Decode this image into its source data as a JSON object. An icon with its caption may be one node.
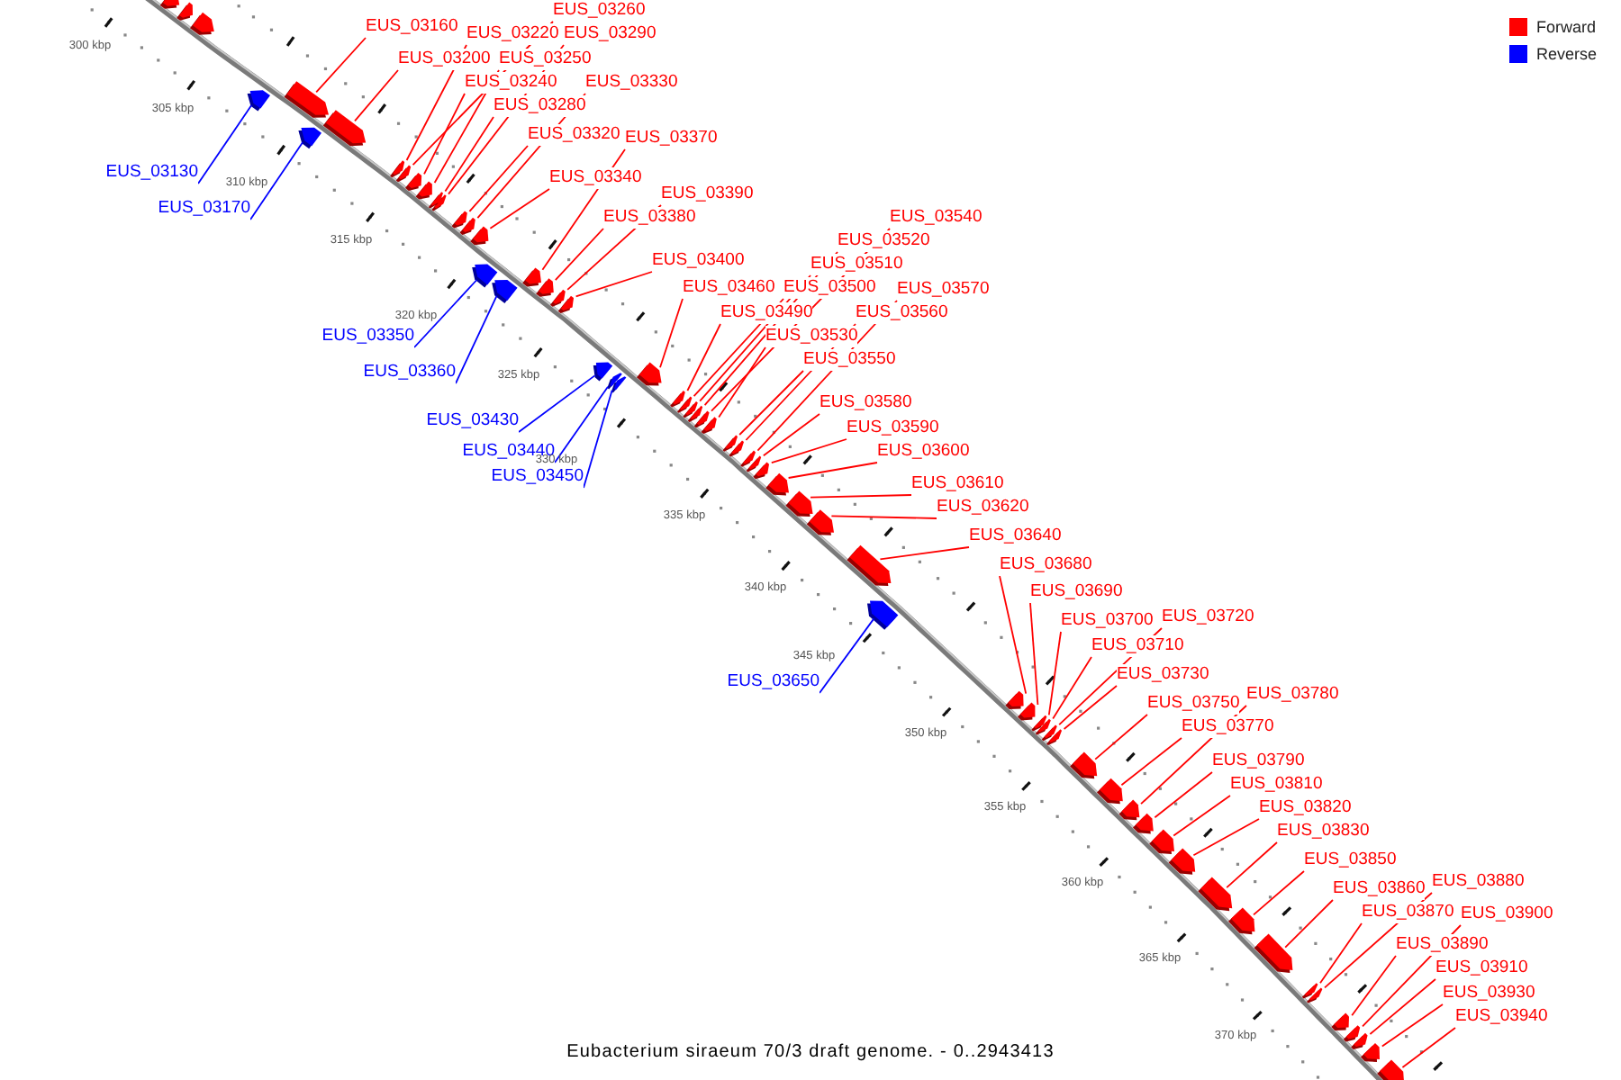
{
  "diagram": {
    "caption": "Eubacterium siraeum 70/3 draft genome. - 0..2943413",
    "nodes": [
      {
        "text": [
          "EUS_03260"
        ]
      },
      {
        "text": [
          "EUS_03160"
        ]
      },
      {
        "text": [
          "EUS_03220"
        ]
      },
      {
        "text": [
          "EUS_03290"
        ]
      },
      {
        "text": [
          "EUS_03200"
        ]
      },
      {
        "text": [
          "EUS_03250"
        ]
      },
      {
        "text": [
          "EUS_03240"
        ]
      },
      {
        "text": [
          "EUS_03330"
        ]
      },
      {
        "text": [
          "EUS_03280"
        ]
      },
      {
        "text": [
          "EUS_03320"
        ]
      },
      {
        "text": [
          "EUS_03370"
        ]
      },
      {
        "text": [
          "EUS_03130"
        ]
      },
      {
        "text": [
          "EUS_03340"
        ]
      },
      {
        "text": [
          "EUS_03390"
        ]
      },
      {
        "text": [
          "EUS_03170"
        ]
      },
      {
        "text": [
          "EUS_03380"
        ]
      },
      {
        "text": [
          "EUS_03540"
        ]
      },
      {
        "text": [
          "EUS_03520"
        ]
      },
      {
        "text": [
          "EUS_03400"
        ]
      },
      {
        "text": [
          "EUS_03510"
        ]
      },
      {
        "text": [
          "EUS_03460"
        ]
      },
      {
        "text": [
          "EUS_03500"
        ]
      },
      {
        "text": [
          "EUS_03570"
        ]
      },
      {
        "text": [
          "EUS_03490"
        ]
      },
      {
        "text": [
          "EUS_03560"
        ]
      },
      {
        "text": [
          "EUS_03350"
        ]
      },
      {
        "text": [
          "EUS_03530"
        ]
      },
      {
        "text": [
          "EUS_03550"
        ]
      },
      {
        "text": [
          "EUS_03360"
        ]
      },
      {
        "text": [
          "EUS_03580"
        ]
      },
      {
        "text": [
          "EUS_03430"
        ]
      },
      {
        "text": [
          "EUS_03590"
        ]
      },
      {
        "text": [
          "EUS_03440"
        ]
      },
      {
        "text": [
          "EUS_03600"
        ]
      },
      {
        "text": [
          "EUS_03450"
        ]
      },
      {
        "text": [
          "EUS_03610"
        ]
      },
      {
        "text": [
          "EUS_03620"
        ]
      },
      {
        "text": [
          "EUS_03640"
        ]
      },
      {
        "text": [
          "EUS_03680"
        ]
      },
      {
        "text": [
          "EUS_03690"
        ]
      },
      {
        "text": [
          "EUS_03700"
        ]
      },
      {
        "text": [
          "EUS_03720"
        ]
      },
      {
        "text": [
          "EUS_03710"
        ]
      },
      {
        "text": [
          "EUS_03730"
        ]
      },
      {
        "text": [
          "EUS_03650"
        ]
      },
      {
        "text": [
          "EUS_03780"
        ]
      },
      {
        "text": [
          "EUS_03750"
        ]
      },
      {
        "text": [
          "EUS_03770"
        ]
      },
      {
        "text": [
          "EUS_03790"
        ]
      },
      {
        "text": [
          "EUS_03810"
        ]
      },
      {
        "text": [
          "EUS_03820"
        ]
      },
      {
        "text": [
          "EUS_03830"
        ]
      },
      {
        "text": [
          "EUS_03850"
        ]
      },
      {
        "text": [
          "EUS_03880"
        ]
      },
      {
        "text": [
          "EUS_03860"
        ]
      },
      {
        "text": [
          "EUS_03870"
        ]
      },
      {
        "text": [
          "EUS_03900"
        ]
      },
      {
        "text": [
          "EUS_03890"
        ]
      },
      {
        "text": [
          "EUS_03910"
        ]
      },
      {
        "text": [
          "EUS_03930"
        ]
      },
      {
        "text": [
          "EUS_03940"
        ]
      },
      {
        "text": [],
        "shape": "arrow"
      },
      {
        "text": [],
        "shape": "arrow"
      },
      {
        "text": [],
        "shape": "arrow"
      },
      {
        "text": [],
        "shape": "arrow"
      },
      {
        "text": [],
        "shape": "arrow"
      },
      {
        "text": [],
        "shape": "arrow"
      },
      {
        "text": [],
        "shape": "arrow"
      },
      {
        "text": [],
        "shape": "arrow"
      },
      {
        "text": [],
        "shape": "arrow"
      },
      {
        "text": [],
        "shape": "arrow"
      },
      {
        "text": [],
        "shape": "arrow"
      },
      {
        "text": [],
        "shape": "arrow"
      },
      {
        "text": [],
        "shape": "arrow"
      },
      {
        "text": [],
        "shape": "arrow"
      },
      {
        "text": [],
        "shape": "arrow"
      },
      {
        "text": [],
        "shape": "arrow"
      },
      {
        "text": [],
        "shape": "arrow"
      },
      {
        "text": [],
        "shape": "arrow"
      },
      {
        "text": [],
        "shape": "arrow"
      },
      {
        "text": [],
        "shape": "arrow"
      },
      {
        "text": [],
        "shape": "arrow"
      },
      {
        "text": [],
        "shape": "arrow"
      },
      {
        "text": [],
        "shape": "arrow"
      },
      {
        "text": [],
        "shape": "arrow"
      },
      {
        "text": [],
        "shape": "arrow"
      },
      {
        "text": [],
        "shape": "arrow"
      },
      {
        "text": [],
        "shape": "arrow"
      },
      {
        "text": [],
        "shape": "arrow"
      },
      {
        "text": [],
        "shape": "arrow"
      },
      {
        "text": [],
        "shape": "arrow"
      },
      {
        "text": [],
        "shape": "arrow"
      },
      {
        "text": [],
        "shape": "arrow"
      },
      {
        "text": [],
        "shape": "arrow"
      },
      {
        "text": [],
        "shape": "arrow"
      },
      {
        "text": [],
        "shape": "arrow"
      },
      {
        "text": [],
        "shape": "arrow"
      },
      {
        "text": [],
        "shape": "arrow"
      },
      {
        "text": [],
        "shape": "arrow"
      },
      {
        "text": [],
        "shape": "arrow"
      },
      {
        "text": [],
        "shape": "arrow"
      },
      {
        "text": [],
        "shape": "arrow"
      },
      {
        "text": [],
        "shape": "arrow"
      },
      {
        "text": [],
        "shape": "arrow"
      },
      {
        "text": [],
        "shape": "arrow"
      },
      {
        "text": [],
        "shape": "arrow"
      },
      {
        "text": [],
        "shape": "arrow"
      },
      {
        "text": [],
        "shape": "arrow"
      },
      {
        "text": [],
        "shape": "arrow"
      },
      {
        "text": [],
        "shape": "arrow"
      },
      {
        "text": [],
        "shape": "arrow"
      },
      {
        "text": [],
        "shape": "arrow"
      },
      {
        "text": [],
        "shape": "arrow"
      },
      {
        "text": [],
        "shape": "arrow"
      },
      {
        "text": [],
        "shape": "arrow"
      },
      {
        "text": [],
        "shape": "arrow"
      },
      {
        "text": [],
        "shape": "arrow"
      },
      {
        "text": [],
        "shape": "arrow"
      },
      {
        "text": [],
        "shape": "arrow"
      },
      {
        "text": [],
        "shape": "arrow"
      },
      {
        "text": [],
        "shape": "arrow"
      },
      {
        "text": [],
        "shape": "arrow"
      },
      {
        "text": [],
        "shape": "arrow"
      },
      {
        "text": [],
        "shape": "arrow"
      },
      {
        "text": [],
        "shape": "arrow"
      }
    ],
    "edges": [
      {
        "from": 0,
        "to": 61,
        "arrow": "none"
      },
      {
        "from": 1,
        "to": 62,
        "arrow": "none"
      },
      {
        "from": 2,
        "to": 63,
        "arrow": "none"
      },
      {
        "from": 3,
        "to": 64,
        "arrow": "none"
      },
      {
        "from": 4,
        "to": 65,
        "arrow": "none"
      },
      {
        "from": 5,
        "to": 66,
        "arrow": "none"
      },
      {
        "from": 6,
        "to": 67,
        "arrow": "none"
      },
      {
        "from": 7,
        "to": 68,
        "arrow": "none"
      },
      {
        "from": 8,
        "to": 69,
        "arrow": "none"
      },
      {
        "from": 9,
        "to": 70,
        "arrow": "none"
      },
      {
        "from": 10,
        "to": 71,
        "arrow": "none"
      },
      {
        "from": 11,
        "to": 72,
        "arrow": "none",
        "color": "#0000ff"
      },
      {
        "from": 12,
        "to": 73,
        "arrow": "none"
      },
      {
        "from": 13,
        "to": 74,
        "arrow": "none"
      },
      {
        "from": 14,
        "to": 75,
        "arrow": "none",
        "color": "#0000ff"
      },
      {
        "from": 15,
        "to": 76,
        "arrow": "none"
      },
      {
        "from": 16,
        "to": 77,
        "arrow": "none"
      },
      {
        "from": 17,
        "to": 78,
        "arrow": "none"
      },
      {
        "from": 18,
        "to": 79,
        "arrow": "none"
      },
      {
        "from": 19,
        "to": 80,
        "arrow": "none"
      },
      {
        "from": 20,
        "to": 81,
        "arrow": "none"
      },
      {
        "from": 21,
        "to": 82,
        "arrow": "none"
      },
      {
        "from": 22,
        "to": 83,
        "arrow": "none"
      },
      {
        "from": 23,
        "to": 84,
        "arrow": "none"
      },
      {
        "from": 24,
        "to": 85,
        "arrow": "none"
      },
      {
        "from": 25,
        "to": 86,
        "arrow": "none",
        "color": "#0000ff"
      },
      {
        "from": 26,
        "to": 87,
        "arrow": "none"
      },
      {
        "from": 27,
        "to": 88,
        "arrow": "none"
      },
      {
        "from": 28,
        "to": 89,
        "arrow": "none",
        "color": "#0000ff"
      },
      {
        "from": 29,
        "to": 90,
        "arrow": "none"
      },
      {
        "from": 30,
        "to": 91,
        "arrow": "none",
        "color": "#0000ff"
      },
      {
        "from": 31,
        "to": 92,
        "arrow": "none"
      },
      {
        "from": 32,
        "to": 93,
        "arrow": "none",
        "color": "#0000ff"
      },
      {
        "from": 33,
        "to": 94,
        "arrow": "none"
      },
      {
        "from": 34,
        "to": 95,
        "arrow": "none",
        "color": "#0000ff"
      },
      {
        "from": 35,
        "to": 96,
        "arrow": "none"
      },
      {
        "from": 36,
        "to": 97,
        "arrow": "none"
      },
      {
        "from": 37,
        "to": 98,
        "arrow": "none"
      },
      {
        "from": 38,
        "to": 99,
        "arrow": "none"
      },
      {
        "from": 39,
        "to": 100,
        "arrow": "none"
      },
      {
        "from": 40,
        "to": 101,
        "arrow": "none"
      },
      {
        "from": 41,
        "to": 102,
        "arrow": "none"
      },
      {
        "from": 42,
        "to": 103,
        "arrow": "none"
      },
      {
        "from": 43,
        "to": 104,
        "arrow": "none"
      },
      {
        "from": 44,
        "to": 105,
        "arrow": "none",
        "color": "#0000ff"
      },
      {
        "from": 45,
        "to": 106,
        "arrow": "none"
      },
      {
        "from": 46,
        "to": 107,
        "arrow": "none"
      },
      {
        "from": 47,
        "to": 108,
        "arrow": "none"
      },
      {
        "from": 48,
        "to": 109,
        "arrow": "none"
      },
      {
        "from": 49,
        "to": 110,
        "arrow": "none"
      },
      {
        "from": 50,
        "to": 111,
        "arrow": "none"
      },
      {
        "from": 51,
        "to": 112,
        "arrow": "none"
      },
      {
        "from": 52,
        "to": 113,
        "arrow": "none"
      },
      {
        "from": 53,
        "to": 114,
        "arrow": "none"
      },
      {
        "from": 54,
        "to": 115,
        "arrow": "none"
      },
      {
        "from": 55,
        "to": 116,
        "arrow": "none"
      },
      {
        "from": 56,
        "to": 117,
        "arrow": "none"
      },
      {
        "from": 57,
        "to": 118,
        "arrow": "none"
      },
      {
        "from": 58,
        "to": 119,
        "arrow": "none"
      },
      {
        "from": 59,
        "to": 120,
        "arrow": "none"
      },
      {
        "from": 60,
        "to": 121,
        "arrow": "none"
      }
    ],
    "labels": [
      "300 kbp",
      "305 kbp",
      "310 kbp",
      "315 kbp",
      "320 kbp",
      "325 kbp",
      "330 kbp",
      "335 kbp",
      "340 kbp",
      "345 kbp",
      "350 kbp",
      "355 kbp",
      "360 kbp",
      "365 kbp",
      "370 kbp"
    ],
    "legend": [
      {
        "text": "Forward",
        "color": "#ff0000"
      },
      {
        "text": "Reverse",
        "color": "#0000ff"
      }
    ]
  }
}
